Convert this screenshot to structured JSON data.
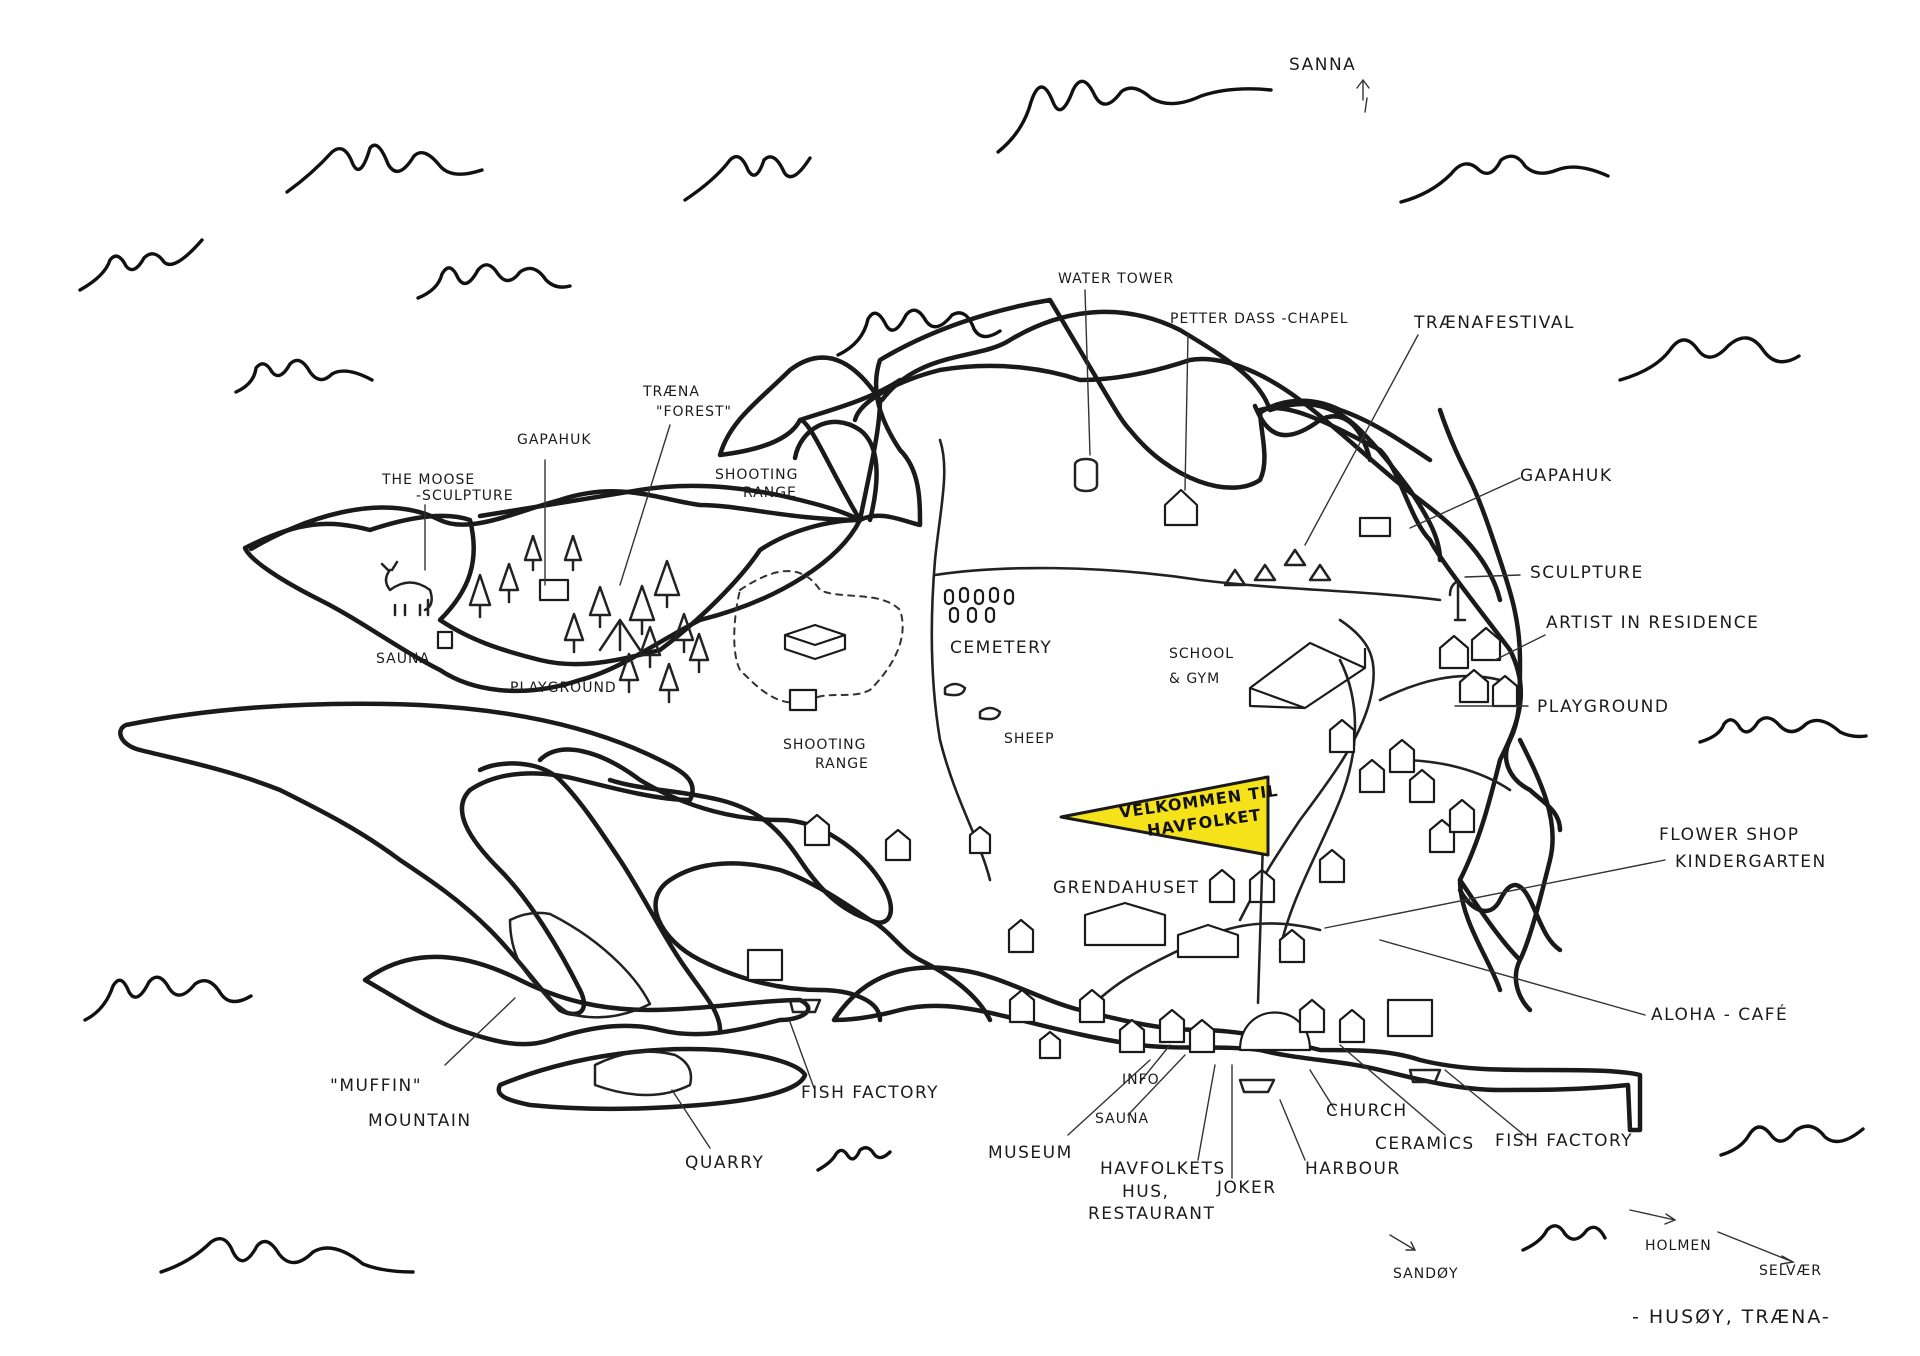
{
  "map": {
    "caption": "- HUSØY, TRÆNA-",
    "banner": {
      "line1": "VELKOMMEN TIL",
      "line2": "HAVFOLKET",
      "color": "#f5e21a"
    },
    "labels": {
      "sanna": "SANNA",
      "water_tower": "WATER TOWER",
      "petter_dass_chapel": "PETTER DASS -CHAPEL",
      "traenafestival": "TRÆNAFESTIVAL",
      "traena_forest_1": "TRÆNA",
      "traena_forest_2": "\"FOREST\"",
      "gapahuk_west": "GAPAHUK",
      "moose_sculpture_1": "THE MOOSE",
      "moose_sculpture_2": "-SCULPTURE",
      "shooting_range_top_1": "SHOOTING",
      "shooting_range_top_2": "RANGE",
      "gapahuk_east": "GAPAHUK",
      "sculpture": "SCULPTURE",
      "artist_in_residence": "ARTIST IN RESIDENCE",
      "sauna_west": "SAUNA",
      "playground_west": "PLAYGROUND",
      "cemetery": "CEMETERY",
      "school_gym_1": "SCHOOL",
      "school_gym_2": "& GYM",
      "playground_east": "PLAYGROUND",
      "sheep": "SHEEP",
      "shooting_range_bottom_1": "SHOOTING",
      "shooting_range_bottom_2": "RANGE",
      "flower_shop": "FLOWER SHOP",
      "kindergarten": "KINDERGARTEN",
      "grendahuset": "GRENDAHUSET",
      "aloha_cafe": "ALOHA - CAFÉ",
      "muffin_mountain_1": "\"MUFFIN\"",
      "muffin_mountain_2": "MOUNTAIN",
      "fish_factory_west": "FISH FACTORY",
      "info": "INFO",
      "sauna_town": "SAUNA",
      "church": "CHURCH",
      "ceramics": "CERAMICS",
      "fish_factory_east": "FISH FACTORY",
      "museum": "MUSEUM",
      "havfolkets_1": "HAVFOLKETS",
      "havfolkets_2": "HUS,",
      "havfolkets_3": "RESTAURANT",
      "joker": "JOKER",
      "harbour": "HARBOUR",
      "quarry": "QUARRY",
      "sandoy": "SANDØY",
      "holmen": "HOLMEN",
      "selvaer": "SELVÆR"
    }
  }
}
